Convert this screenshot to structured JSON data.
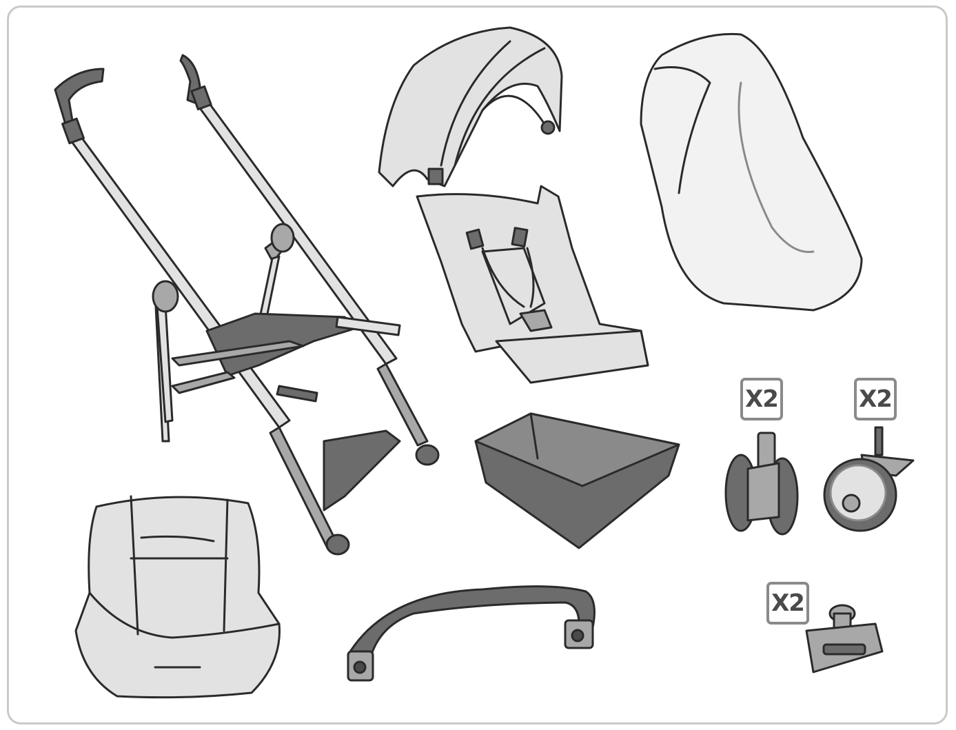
{
  "quantity_badges": {
    "front_wheels": "X2",
    "rear_wheels": "X2",
    "adapters": "X2"
  },
  "colors": {
    "outline": "#2a2a2a",
    "light_fill": "#e2e2e2",
    "mid_fill": "#a8a8a8",
    "dark_fill": "#6c6c6c",
    "badge_border": "#8a8a8a"
  }
}
